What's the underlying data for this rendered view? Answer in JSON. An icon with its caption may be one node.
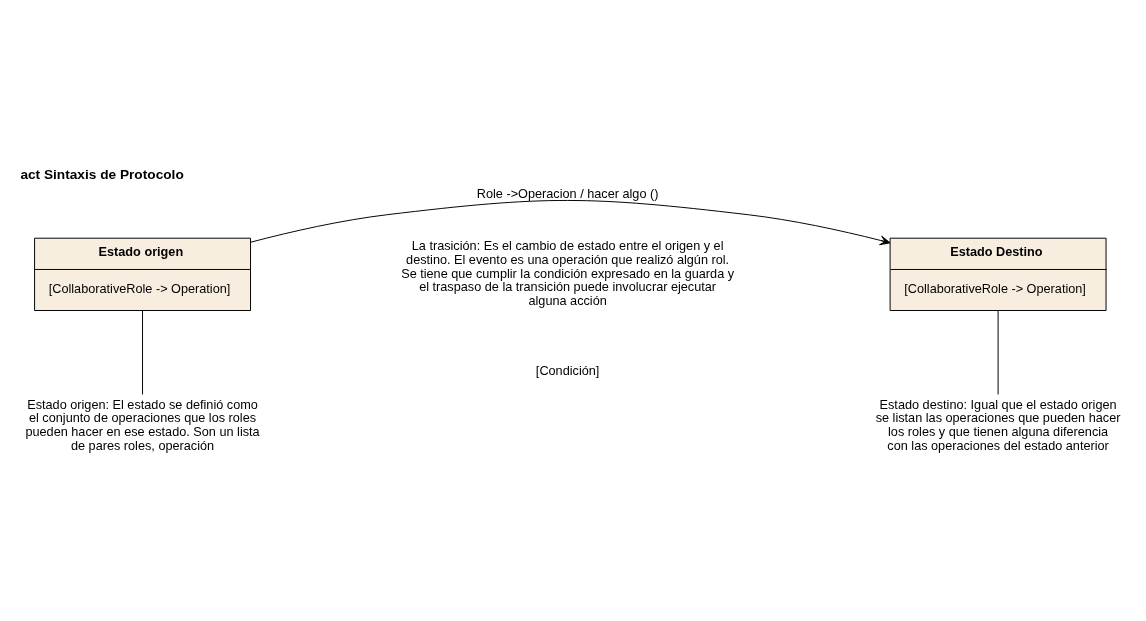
{
  "diagram": {
    "title": "act Sintaxis de Protocolo",
    "nodes": [
      {
        "text": [
          "Estado origen",
          "[CollaborativeRole -> Operation]"
        ]
      },
      {
        "text": [
          "Estado Destino",
          "[CollaborativeRole -> Operation]"
        ]
      },
      {
        "text": [
          "Estado origen: El estado se definió como el conjunto de operaciones que los roles pueden hacer en ese estado. Son un lista de pares roles, operación"
        ]
      },
      {
        "text": [
          "Estado destino: Igual que el estado origen se listan las operaciones que pueden hacer los roles y que tienen alguna diferencia con las operaciones del estado anterior"
        ]
      }
    ],
    "edges": [
      {
        "from": 0,
        "to": 1,
        "arrow": "to",
        "label": "Role ->Operacion / hacer algo ()"
      },
      {
        "from": 2,
        "to": 0,
        "arrow": "none"
      },
      {
        "from": 3,
        "to": 1,
        "arrow": "none"
      }
    ],
    "labels": [
      "La trasición: Es el cambio de estado entre el origen y el destino. El evento es una operación que realizó algún rol. Se tiene que cumplir la condición expresado en la guarda y el traspaso de la transición puede involucrar ejecutar alguna acción",
      "[Condición]"
    ]
  }
}
